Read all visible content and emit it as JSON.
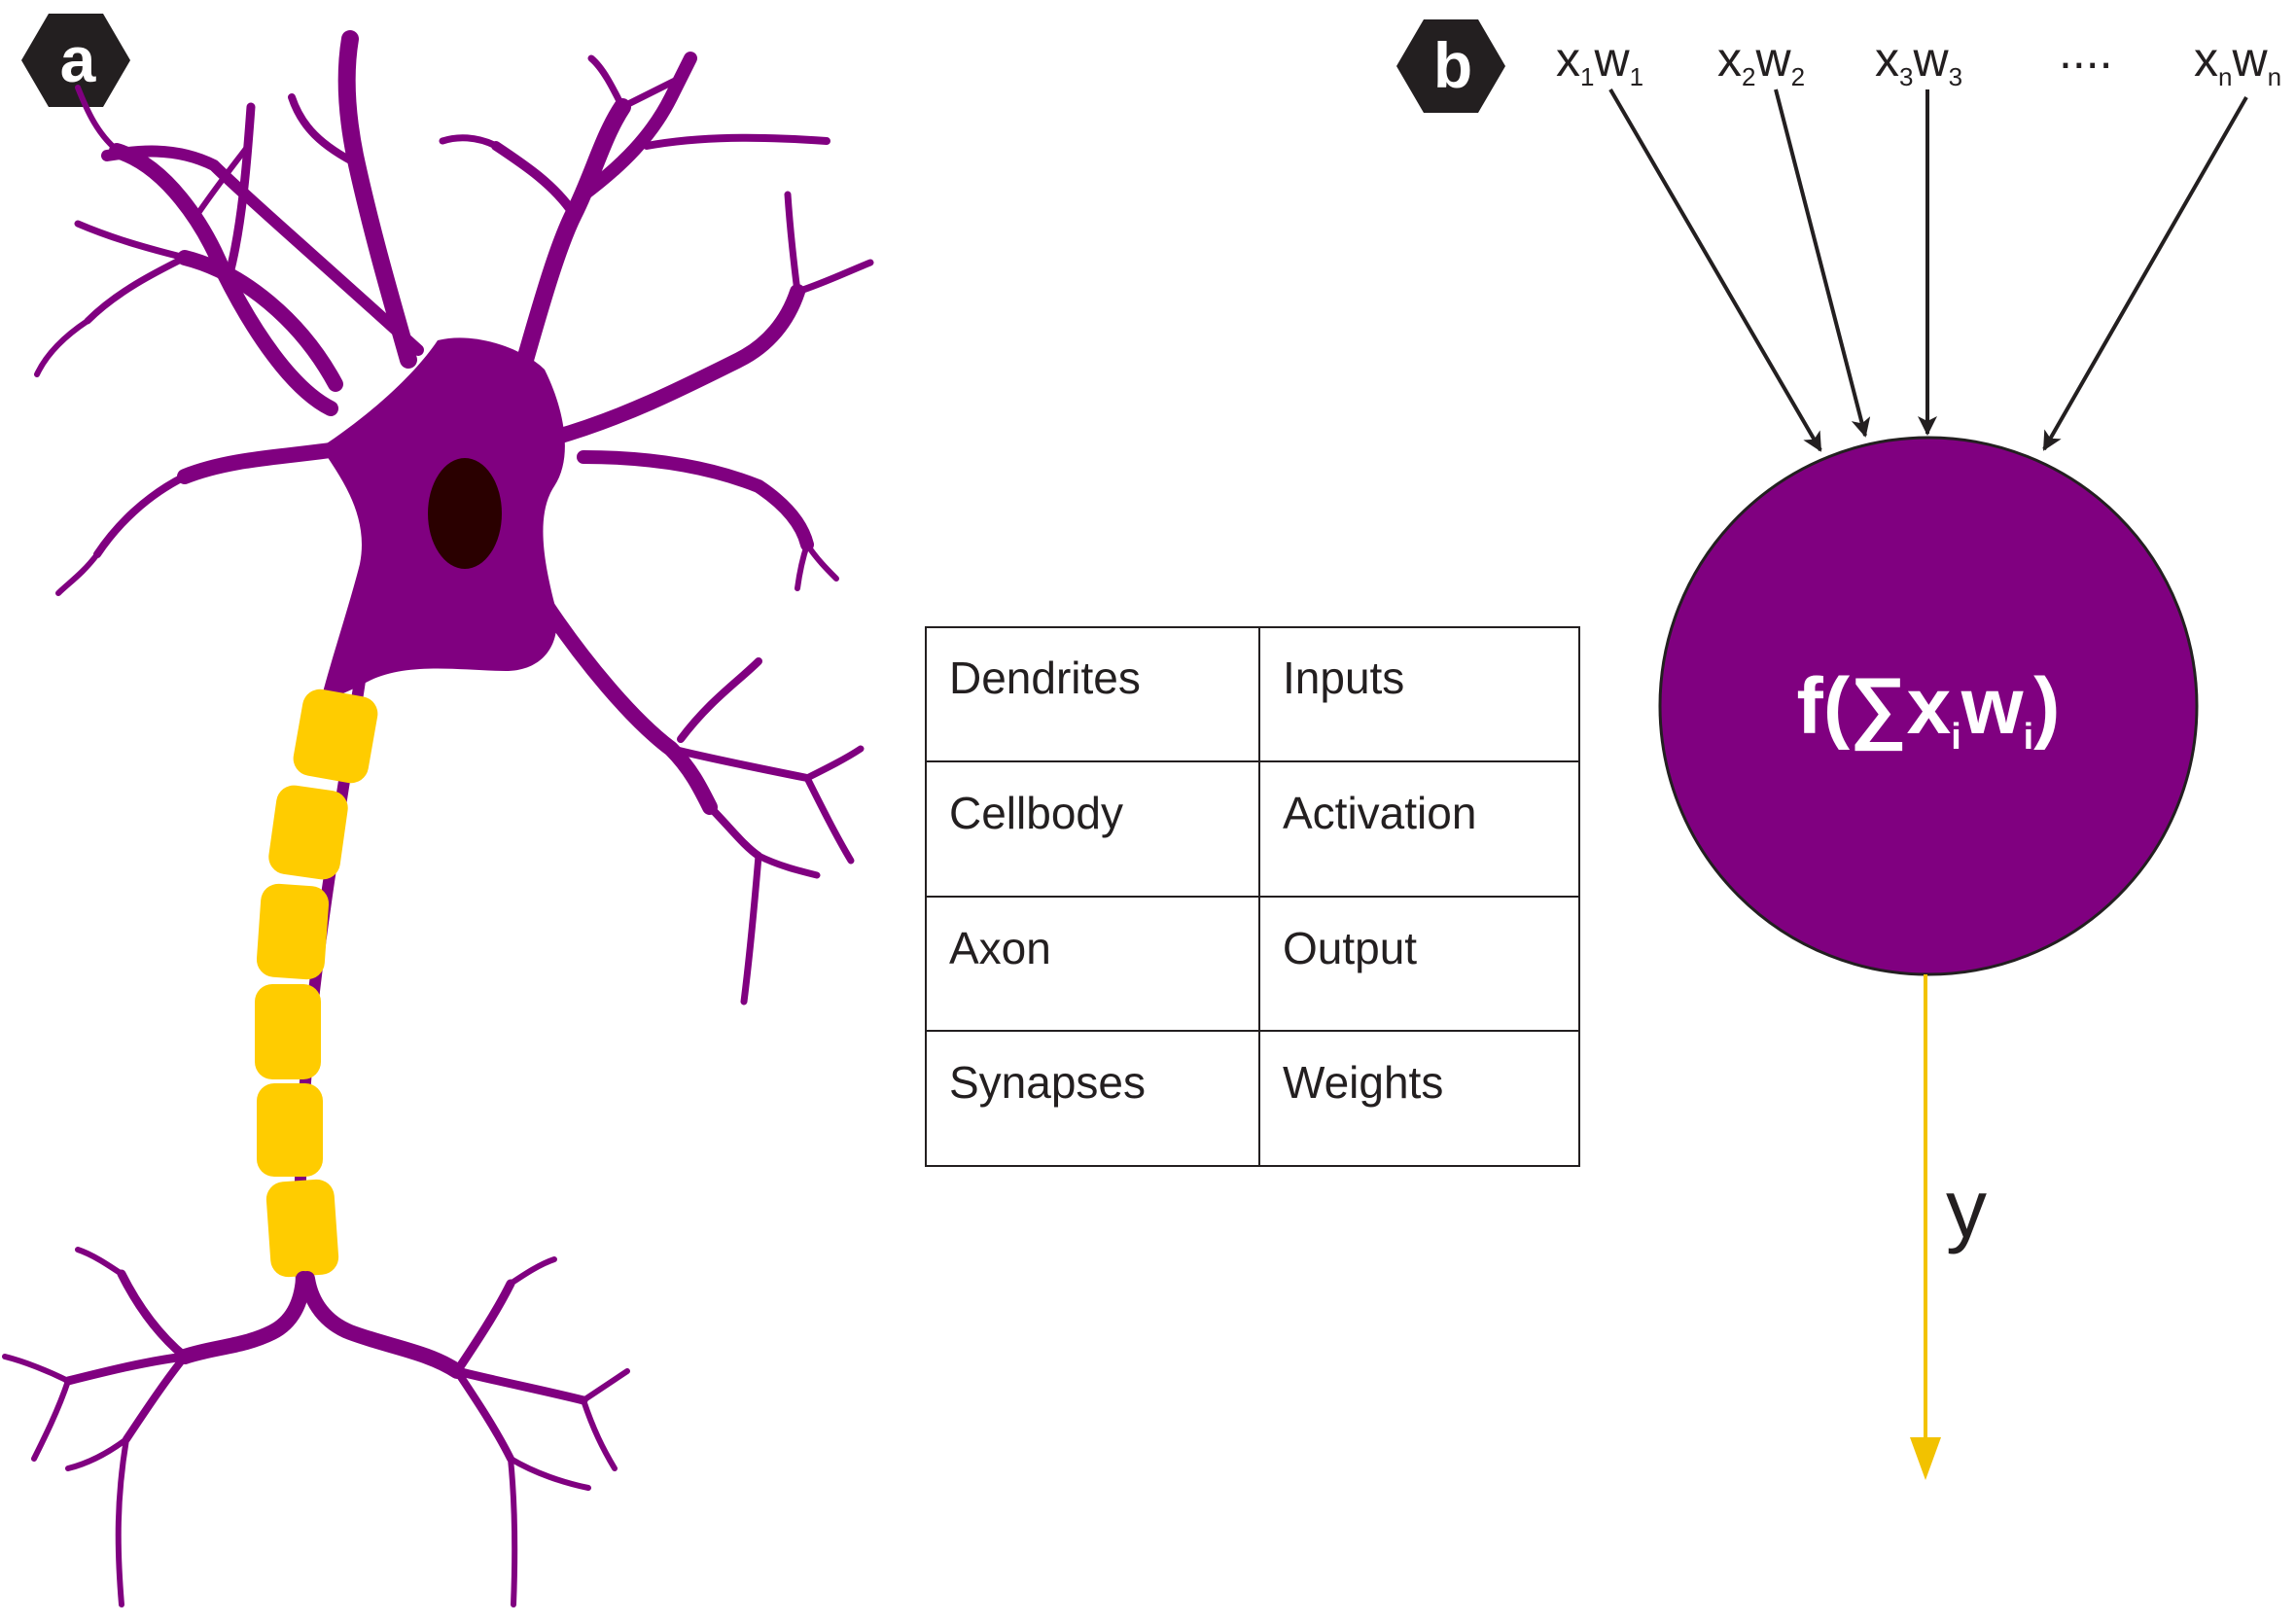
{
  "panel_a": {
    "label": "a"
  },
  "panel_b": {
    "label": "b"
  },
  "inputs": [
    {
      "x": "x",
      "x_sub": "1",
      "w": "w",
      "w_sub": "1"
    },
    {
      "x": "x",
      "x_sub": "2",
      "w": "w",
      "w_sub": "2"
    },
    {
      "x": "x",
      "x_sub": "3",
      "w": "w",
      "w_sub": "3"
    },
    {
      "ellipsis": "...."
    },
    {
      "x": "x",
      "x_sub": "n",
      "w": "w",
      "w_sub": "n"
    }
  ],
  "neuron_model": {
    "formula_prefix": "f(∑x",
    "formula_sub1": "i",
    "formula_mid": "w",
    "formula_sub2": "i",
    "formula_suffix": ")",
    "output_label": "y"
  },
  "table": {
    "rows": [
      [
        "Dendrites",
        "Inputs"
      ],
      [
        "Cellbody",
        "Activation"
      ],
      [
        "Axon",
        "Output"
      ],
      [
        "Synapses",
        "Weights"
      ]
    ]
  },
  "colors": {
    "neuron_purple": "#800080",
    "myelin_yellow": "#ffcc00",
    "nucleus": "#2a0000",
    "hexagon": "#231f20",
    "arrow_dark": "#231f20",
    "output_arrow": "#f2c200"
  }
}
